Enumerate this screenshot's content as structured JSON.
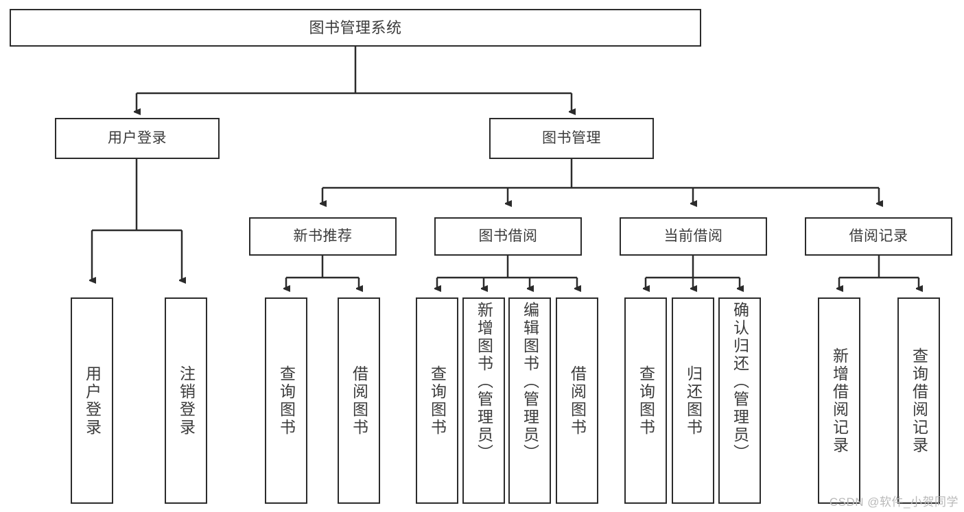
{
  "diagram": {
    "type": "tree-hierarchy",
    "title": "图书管理系统",
    "root": {
      "label": "图书管理系统"
    },
    "level2": [
      {
        "id": "user-login",
        "label": "用户登录"
      },
      {
        "id": "book-manage",
        "label": "图书管理"
      }
    ],
    "level3": [
      {
        "id": "new-book-recommend",
        "label": "新书推荐",
        "parent": "book-manage"
      },
      {
        "id": "book-borrow",
        "label": "图书借阅",
        "parent": "book-manage"
      },
      {
        "id": "current-borrow",
        "label": "当前借阅",
        "parent": "book-manage"
      },
      {
        "id": "borrow-record",
        "label": "借阅记录",
        "parent": "book-manage"
      }
    ],
    "leaves": [
      {
        "id": "leaf-user-login",
        "label": "用户登录",
        "parent": "user-login"
      },
      {
        "id": "leaf-logout-login",
        "label": "注销登录",
        "parent": "user-login"
      },
      {
        "id": "leaf-query-book-1",
        "label": "查询图书",
        "parent": "new-book-recommend"
      },
      {
        "id": "leaf-borrow-book-1",
        "label": "借阅图书",
        "parent": "new-book-recommend"
      },
      {
        "id": "leaf-query-book-2",
        "label": "查询图书",
        "parent": "book-borrow"
      },
      {
        "id": "leaf-add-book",
        "label": "新增图书（管理员）",
        "parent": "book-borrow"
      },
      {
        "id": "leaf-edit-book",
        "label": "编辑图书（管理员）",
        "parent": "book-borrow"
      },
      {
        "id": "leaf-borrow-book-2",
        "label": "借阅图书",
        "parent": "book-borrow"
      },
      {
        "id": "leaf-query-book-3",
        "label": "查询图书",
        "parent": "current-borrow"
      },
      {
        "id": "leaf-return-book",
        "label": "归还图书",
        "parent": "current-borrow"
      },
      {
        "id": "leaf-confirm-return",
        "label": "确认归还（管理员）",
        "parent": "current-borrow"
      },
      {
        "id": "leaf-add-record",
        "label": "新增借阅记录",
        "parent": "borrow-record"
      },
      {
        "id": "leaf-query-record",
        "label": "查询借阅记录",
        "parent": "borrow-record"
      }
    ],
    "colors": {
      "stroke": "#2b2b2b",
      "text": "#3b3b3b",
      "background": "#ffffff",
      "watermark": "#b9b9b9"
    }
  },
  "watermark": {
    "text": "CSDN @软件_小贺同学"
  }
}
